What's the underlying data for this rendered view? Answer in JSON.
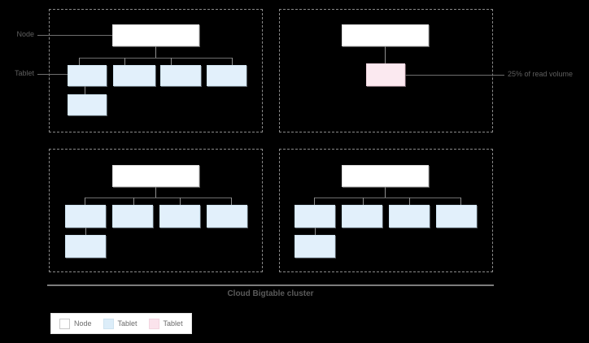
{
  "diagram": {
    "caption": "Cloud Bigtable cluster",
    "callouts": {
      "node": "Node",
      "tablet": "Tablet",
      "hotspot": "25% of read volume"
    },
    "legend": {
      "items": [
        {
          "label": "Node",
          "swatch": "node-swatch",
          "color": "#ffffff"
        },
        {
          "label": "Tablet",
          "swatch": "tablet-swatch",
          "color": "#dcedf9"
        },
        {
          "label": "Tablet",
          "swatch": "hot-swatch",
          "color": "#fbe3ec"
        }
      ]
    },
    "colors": {
      "background": "#000000",
      "node_fill": "#ffffff",
      "tablet_fill": "#e2f0fb",
      "hot_tablet_fill": "#fbe9f0",
      "frame_dash": "#8a8a8a",
      "connector": "#6e6e6e",
      "label_text": "#5f5f5f",
      "caption_text": "#5a5a5a"
    },
    "quadrants": [
      {
        "name": "top-left",
        "node_count": 1,
        "tablet_count": 5,
        "hot_tablet_count": 0
      },
      {
        "name": "top-right",
        "node_count": 1,
        "tablet_count": 0,
        "hot_tablet_count": 1
      },
      {
        "name": "bottom-left",
        "node_count": 1,
        "tablet_count": 5,
        "hot_tablet_count": 0
      },
      {
        "name": "bottom-right",
        "node_count": 1,
        "tablet_count": 5,
        "hot_tablet_count": 0
      }
    ]
  }
}
